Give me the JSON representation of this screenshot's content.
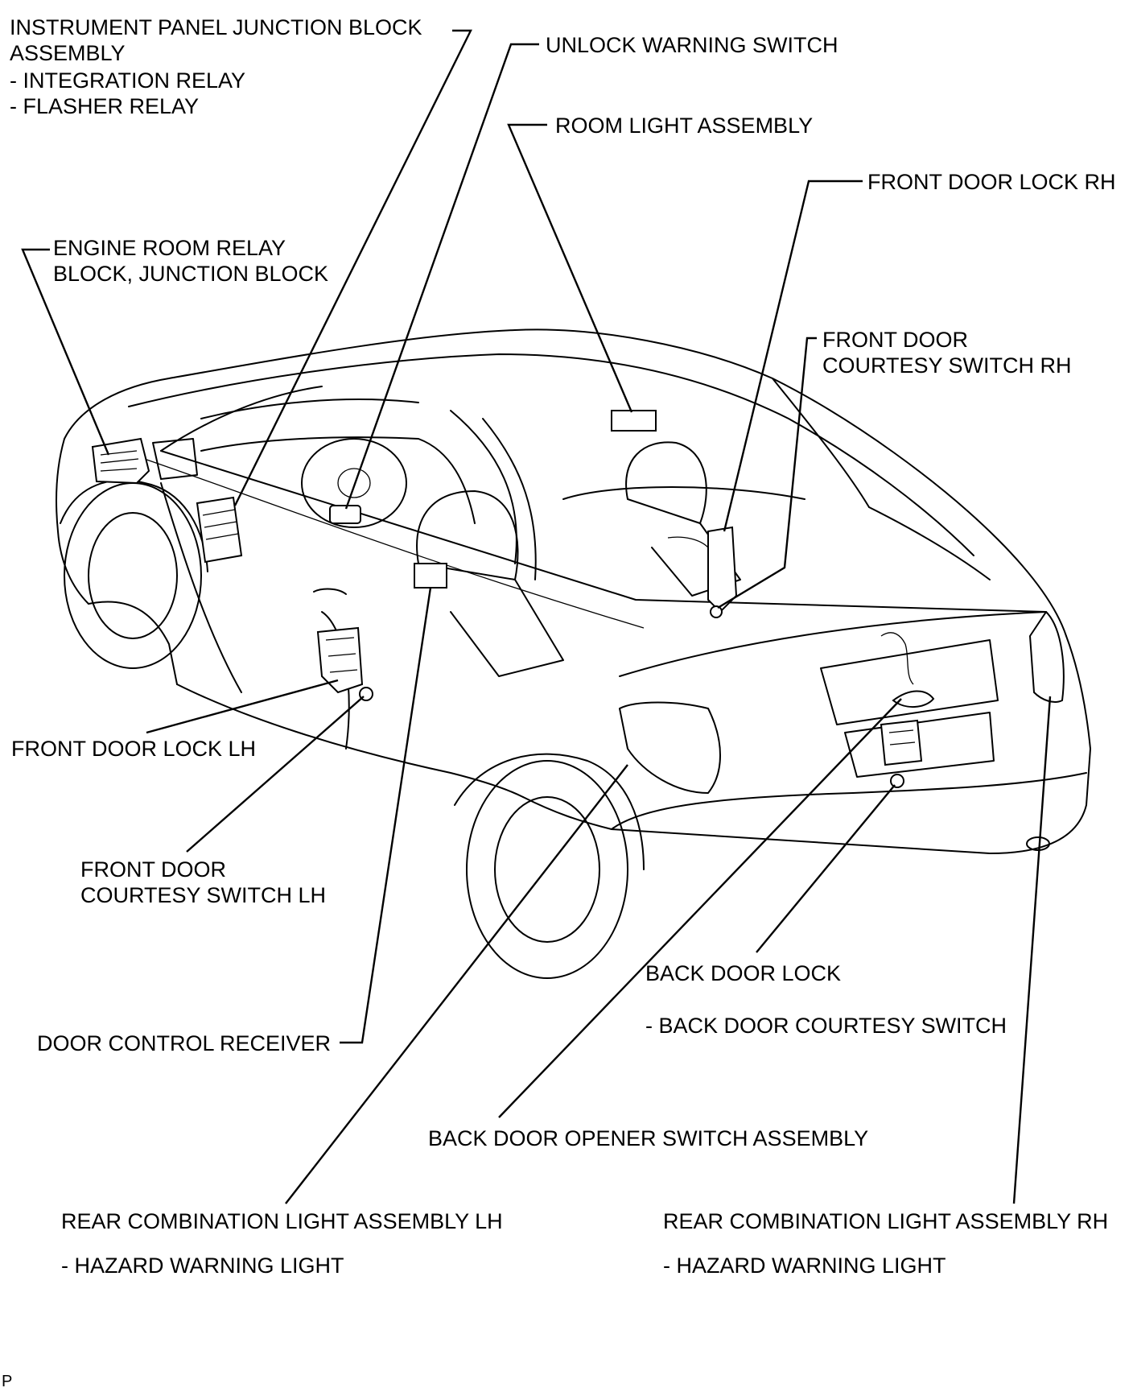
{
  "labels": {
    "ip_jb_l1": "INSTRUMENT PANEL JUNCTION BLOCK",
    "ip_jb_l2": "ASSEMBLY",
    "ip_jb_l3": "- INTEGRATION RELAY",
    "ip_jb_l4": "- FLASHER RELAY",
    "unlock_warning": "UNLOCK WARNING SWITCH",
    "room_light": "ROOM LIGHT ASSEMBLY",
    "front_door_lock_rh": "FRONT DOOR LOCK RH",
    "engine_room_l1": "ENGINE ROOM RELAY",
    "engine_room_l2": "BLOCK, JUNCTION BLOCK",
    "courtesy_rh_l1": "FRONT DOOR",
    "courtesy_rh_l2": "COURTESY SWITCH RH",
    "front_door_lock_lh": "FRONT DOOR LOCK LH",
    "courtesy_lh_l1": "FRONT DOOR",
    "courtesy_lh_l2": "COURTESY SWITCH LH",
    "back_door_lock_l1": "BACK DOOR LOCK",
    "back_door_lock_l2": "- BACK DOOR COURTESY SWITCH",
    "door_control_receiver": "DOOR CONTROL RECEIVER",
    "back_door_opener": "BACK DOOR OPENER SWITCH ASSEMBLY",
    "rear_light_lh_l1": "REAR COMBINATION LIGHT ASSEMBLY LH",
    "rear_light_lh_l2": "- HAZARD WARNING LIGHT",
    "rear_light_rh_l1": "REAR COMBINATION LIGHT ASSEMBLY RH",
    "rear_light_rh_l2": "- HAZARD WARNING LIGHT",
    "corner_mark": "P"
  }
}
